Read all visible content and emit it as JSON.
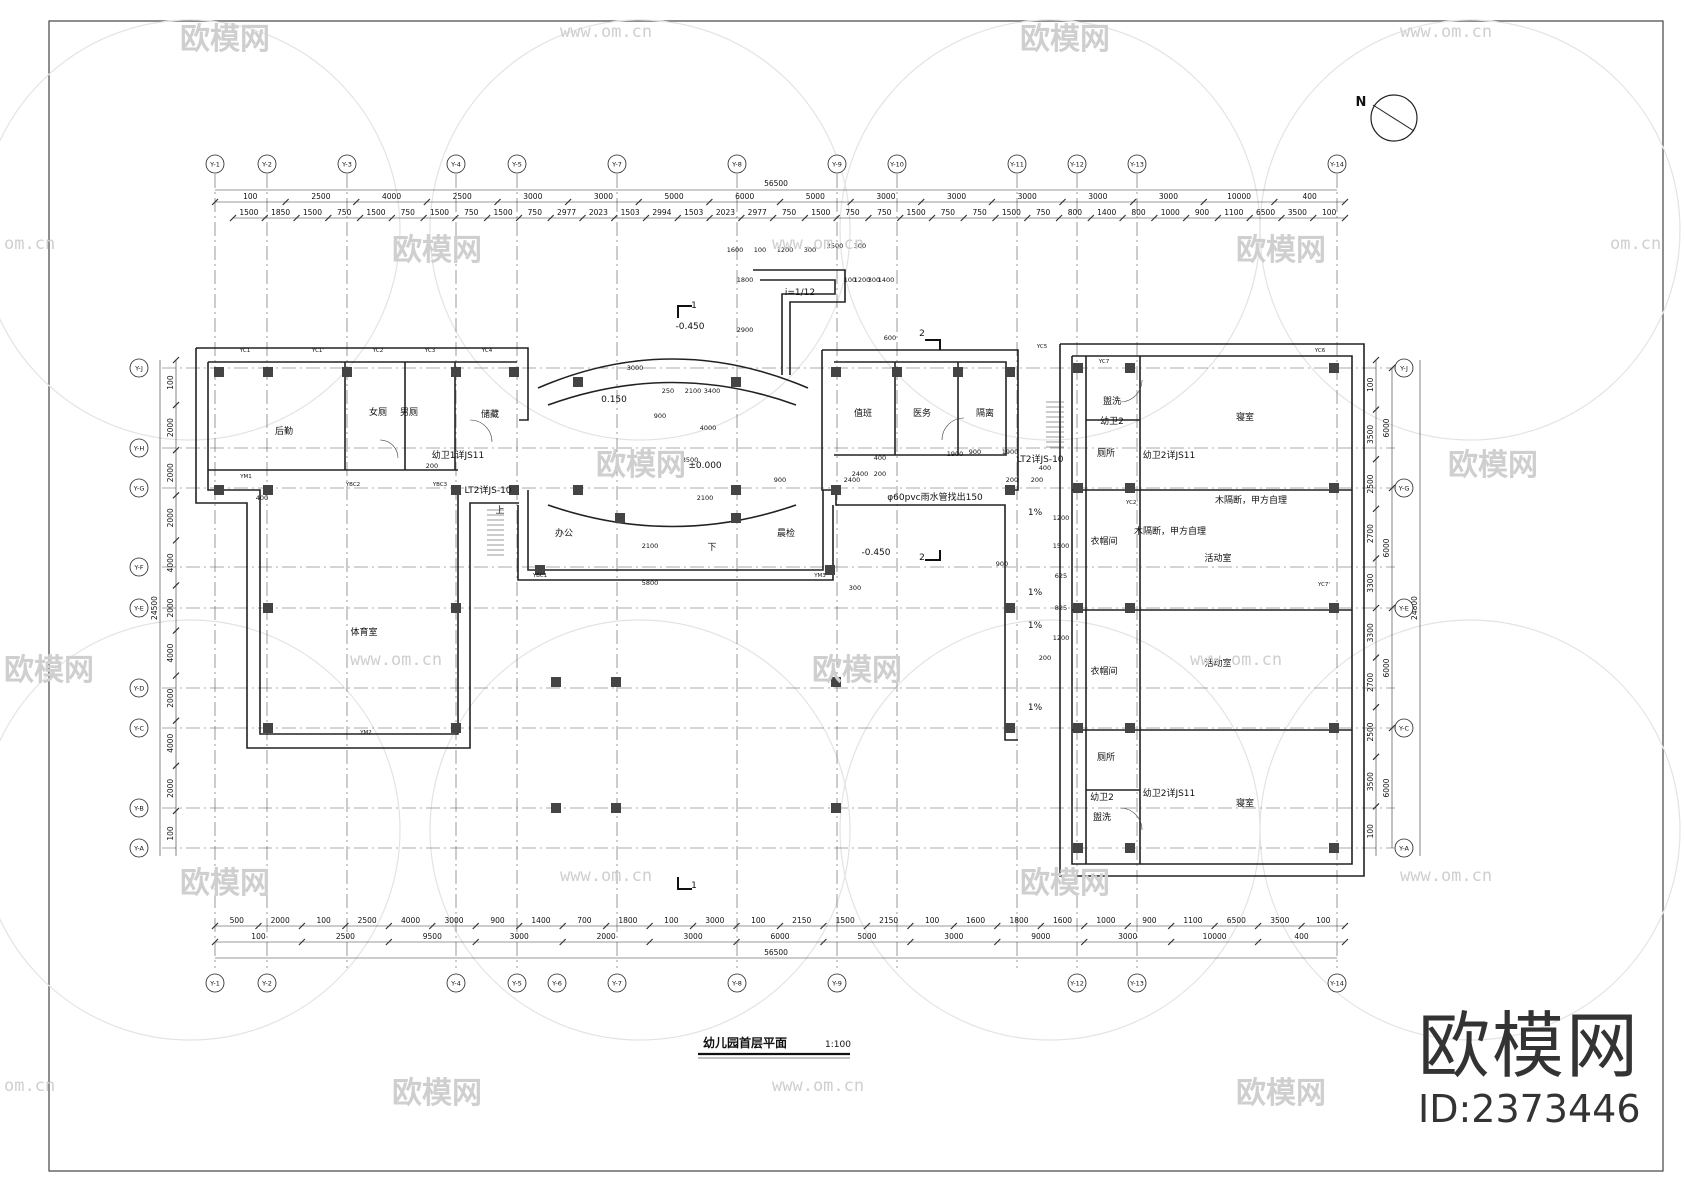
{
  "drawing": {
    "title": "幼儿园首层平面",
    "scale": "1:100",
    "north": "N"
  },
  "axes": {
    "top": [
      "Y-1",
      "Y-2",
      "Y-3",
      "Y-4",
      "Y-5",
      "Y-7",
      "Y-8",
      "Y-9",
      "Y-10",
      "Y-11",
      "Y-12",
      "Y-13",
      "Y-14"
    ],
    "bottom": [
      "Y-1",
      "Y-2",
      "Y-4",
      "Y-5",
      "Y-6",
      "Y-7",
      "Y-8",
      "Y-9",
      "Y-12",
      "Y-13",
      "Y-14"
    ],
    "left": [
      "Y-J",
      "Y-H",
      "Y-G",
      "Y-F",
      "Y-E",
      "Y-D",
      "Y-C",
      "Y-B",
      "Y-A"
    ],
    "right": [
      "Y-J",
      "Y-G",
      "Y-E",
      "Y-C",
      "Y-A"
    ]
  },
  "dimensions": {
    "total_width": "56500",
    "total_depth": "24800",
    "left_depth": "24500",
    "top_row1": [
      "100",
      "2500",
      "4000",
      "2500",
      "3000",
      "3000",
      "5000",
      "6000",
      "5000",
      "3000",
      "3000",
      "3000",
      "3000",
      "3000",
      "10000",
      "400"
    ],
    "top_row2": [
      "1500",
      "1850",
      "1500",
      "750",
      "1500",
      "750",
      "1500",
      "750",
      "1500",
      "750",
      "2977",
      "2023",
      "1503",
      "2994",
      "1503",
      "2023",
      "2977",
      "750",
      "1500",
      "750",
      "750",
      "1500",
      "750",
      "750",
      "1500",
      "750",
      "800",
      "1400",
      "800",
      "1000",
      "900",
      "1100",
      "6500",
      "3500",
      "100"
    ],
    "bottom_row1": [
      "500",
      "2000",
      "100",
      "2500",
      "4000",
      "3000",
      "900",
      "1400",
      "700",
      "1800",
      "100",
      "3000",
      "100",
      "2150",
      "1500",
      "2150",
      "100",
      "1600",
      "1800",
      "1600",
      "1000",
      "900",
      "1100",
      "6500",
      "3500",
      "100"
    ],
    "bottom_row2": [
      "100",
      "2500",
      "9500",
      "3000",
      "2000",
      "3000",
      "6000",
      "5000",
      "3000",
      "9000",
      "3000",
      "10000",
      "400"
    ],
    "left_col": [
      "100",
      "2000",
      "2000",
      "2000",
      "4000",
      "2000",
      "4000",
      "2000",
      "4000",
      "2000",
      "100"
    ],
    "right_col1": [
      "100",
      "3500",
      "2500",
      "2700",
      "3300",
      "3300",
      "2700",
      "2500",
      "3500",
      "100"
    ],
    "right_col2": [
      "6000",
      "6000",
      "6000",
      "6000"
    ],
    "misc": [
      "1600",
      "100",
      "1200",
      "300",
      "2500",
      "300",
      "1800",
      "2900",
      "100",
      "1200",
      "300",
      "1400",
      "600",
      "400",
      "900",
      "1900",
      "2400",
      "200",
      "200",
      "400",
      "250",
      "900",
      "2100",
      "3400",
      "4000",
      "2100",
      "2100",
      "3000",
      "3500",
      "5800",
      "300",
      "900",
      "2400",
      "200",
      "1900",
      "900",
      "200",
      "1200",
      "1500",
      "625",
      "825",
      "1200",
      "400",
      "200"
    ]
  },
  "rooms": {
    "kitchen": "后勤",
    "female_wc": "女厕",
    "male_wc": "男厕",
    "storage": "储藏",
    "gym": "体育室",
    "office": "办公",
    "morning_check": "晨检",
    "duty": "值班",
    "medical": "医务",
    "isolation": "隔离",
    "bedroom": "寝室",
    "activity": "活动室",
    "cloakroom": "衣帽间",
    "toilet": "厕所",
    "shower": "盥洗",
    "wc_label": "幼卫2",
    "kids_wc": "幼卫2详JS11",
    "kids_wc_left": "幼卫1详JS11",
    "partition": "木隔断，甲方自理",
    "stair_left": "LT2详JS-10",
    "stair_right": "LT2详JS-10",
    "pipe_note": "φ60pvc雨水管找出150",
    "ramp": "i=1/12",
    "level_outdoor": "-0.450",
    "level_floor": "±0.000",
    "level_step": "0.150",
    "section_1": "1",
    "section_2": "2",
    "up": "上",
    "down": "下",
    "slope": "1%"
  },
  "openings": [
    "YC1",
    "YC1'",
    "YC2",
    "YC3",
    "YC4",
    "YC5",
    "YC6",
    "YC7",
    "YC7'",
    "YM1",
    "YM2",
    "YM3",
    "YBC1",
    "YBC2",
    "YBC3",
    "YC2'"
  ],
  "watermark": {
    "brand": "欧模网",
    "url": "www.om.cn",
    "short": "om.cn",
    "id": "ID:2373446"
  }
}
